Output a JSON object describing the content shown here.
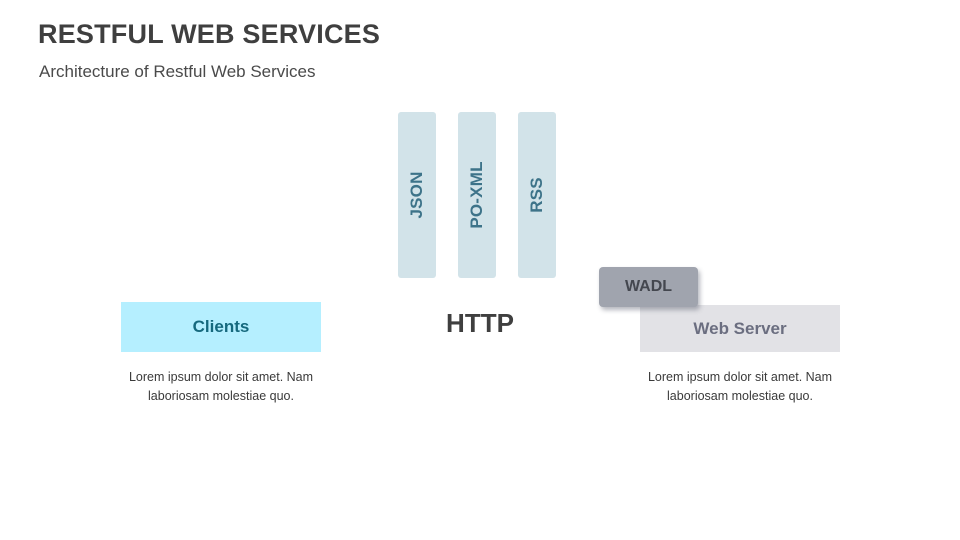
{
  "header": {
    "title": "RESTFUL WEB SERVICES",
    "subtitle": "Architecture of Restful Web Services"
  },
  "diagram": {
    "protocol_bars": [
      {
        "label": "JSON",
        "color": "#d2e3e9",
        "text_color": "#3d7389"
      },
      {
        "label": "PO-XML",
        "color": "#d2e3e9",
        "text_color": "#3d7389"
      },
      {
        "label": "RSS",
        "color": "#d2e3e9",
        "text_color": "#3d7389"
      }
    ],
    "transport_label": "HTTP",
    "nodes": {
      "clients": {
        "title": "Clients",
        "caption": "Lorem ipsum dolor sit amet. Nam laboriosam molestiae quo.",
        "fill": "#b5efff",
        "text_color": "#16697e"
      },
      "web_server": {
        "title": "Web Server",
        "caption": "Lorem ipsum dolor sit amet. Nam laboriosam molestiae quo.",
        "fill": "#e2e2e6",
        "text_color": "#6b6e80"
      },
      "wadl": {
        "title": "WADL",
        "fill": "#a0a4ae",
        "text_color": "#44474f"
      }
    }
  }
}
